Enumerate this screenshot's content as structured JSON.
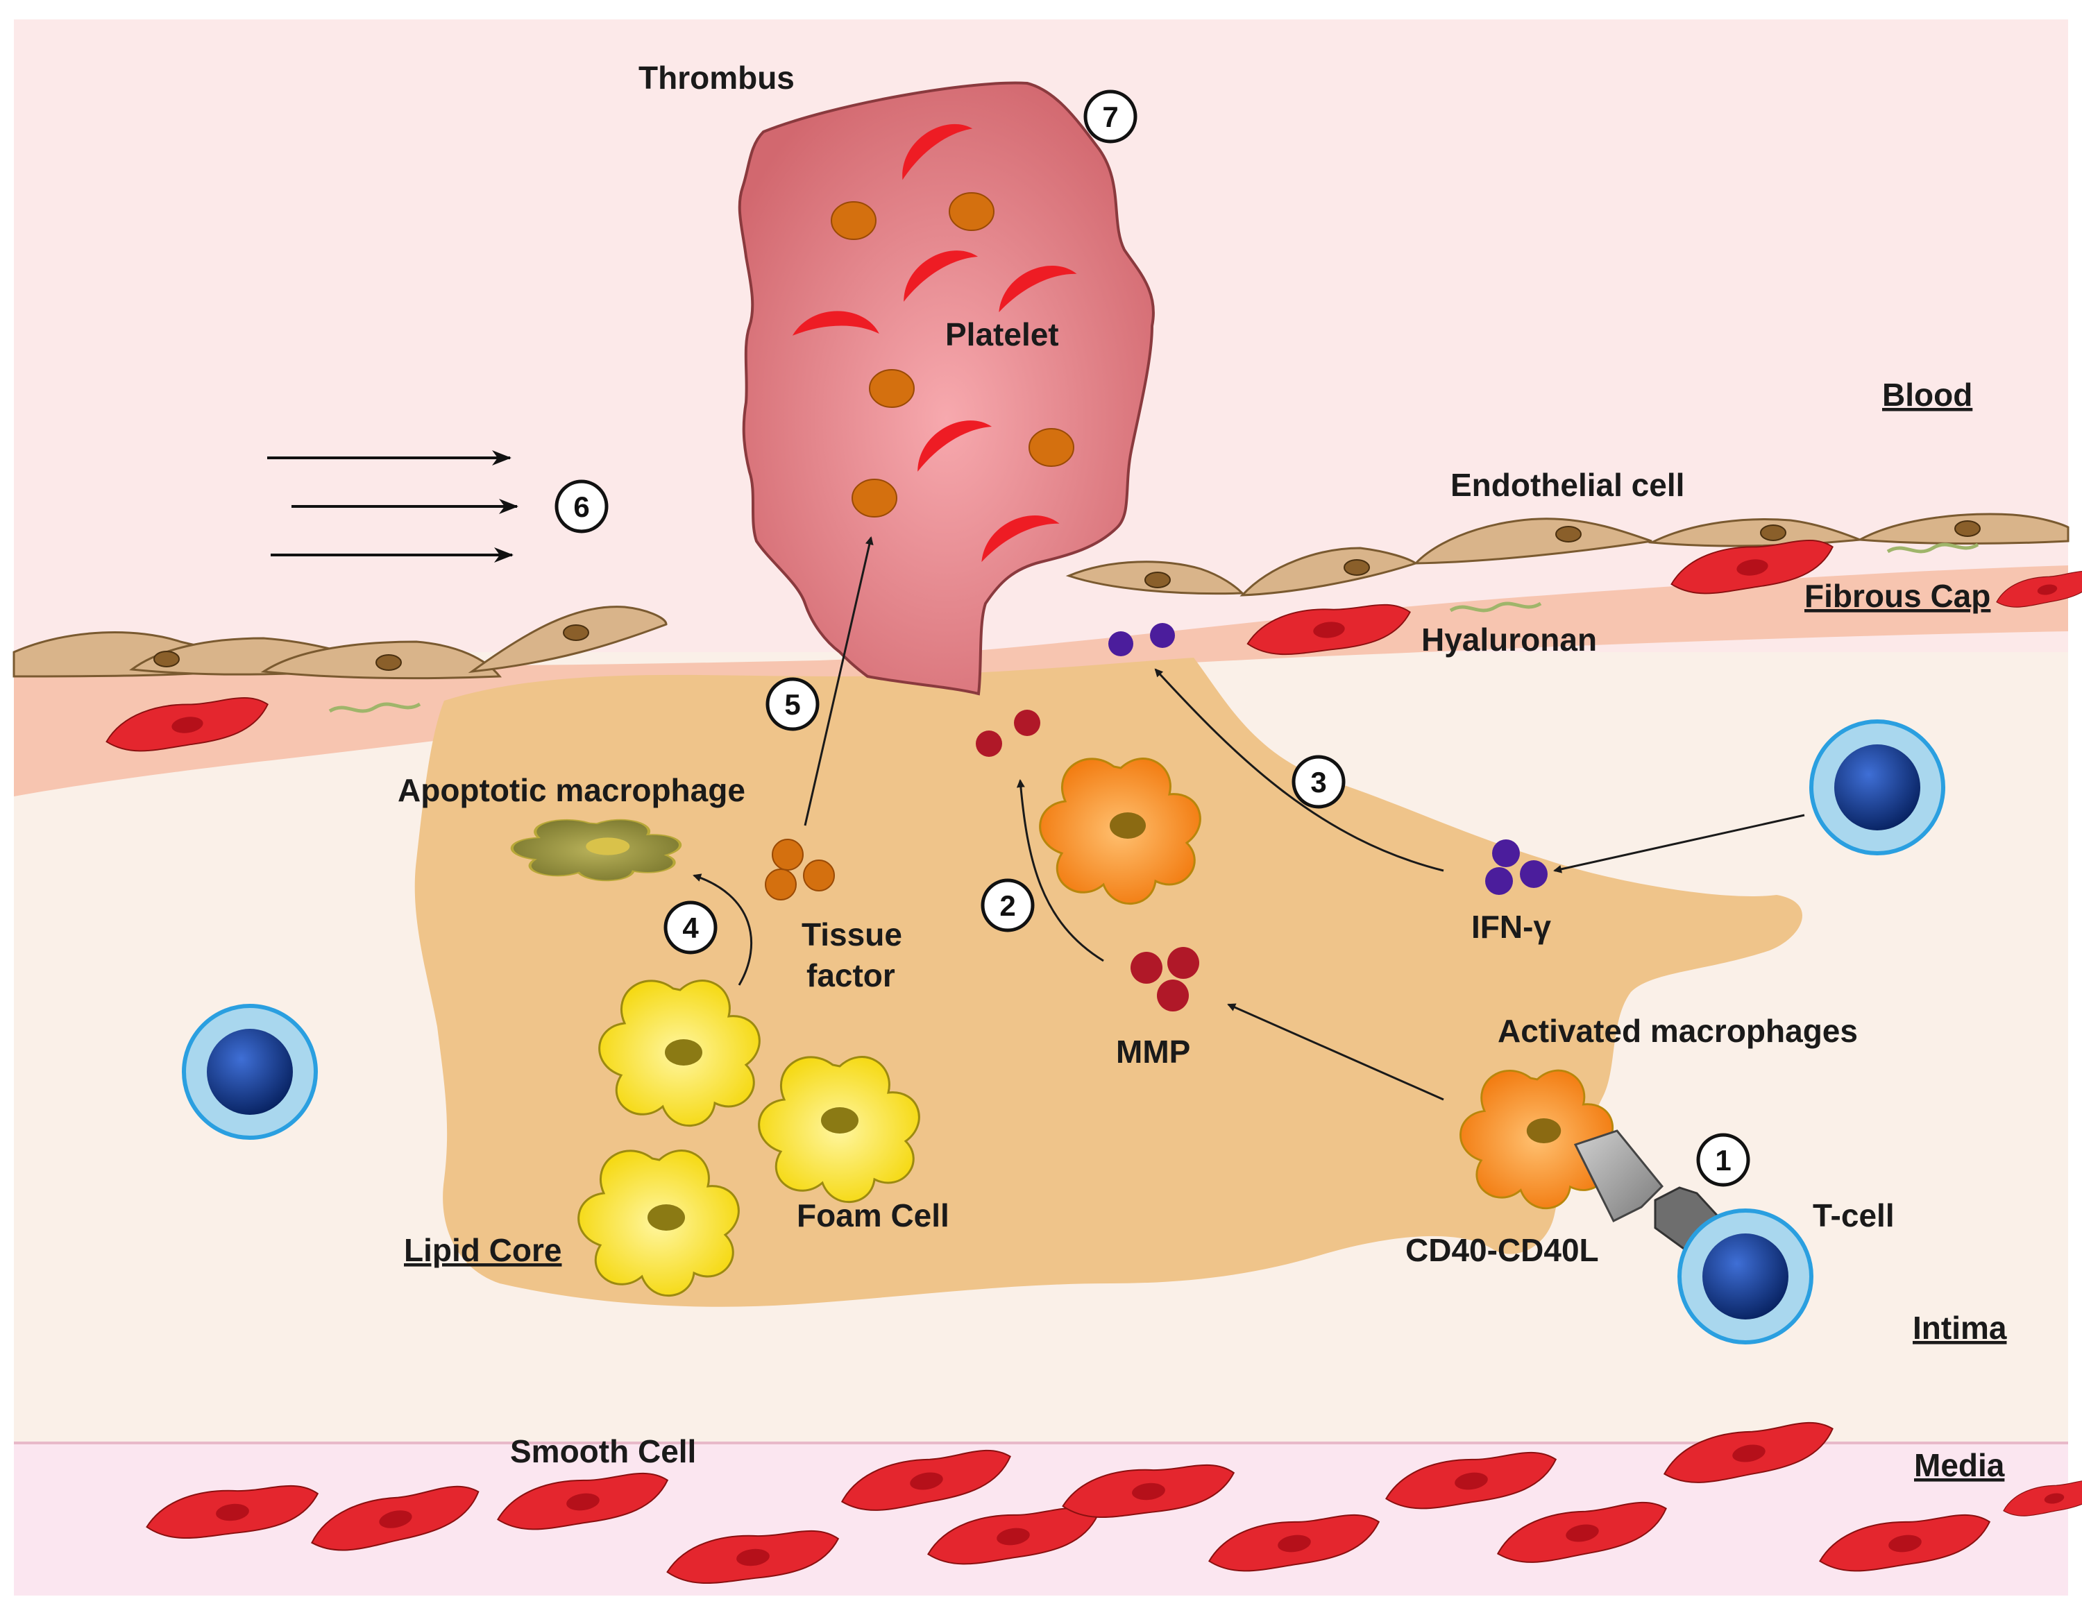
{
  "labels": {
    "thrombus": "Thrombus",
    "platelet": "Platelet",
    "blood": "Blood",
    "endothelial_cell": "Endothelial cell",
    "fibrous_cap": "Fibrous Cap",
    "hyaluronan": "Hyaluronan",
    "apoptotic_macrophage": "Apoptotic macrophage",
    "tissue_factor_line1": "Tissue",
    "tissue_factor_line2": "factor",
    "mmp": "MMP",
    "ifn_gamma": "IFN-γ",
    "activated_macrophages": "Activated macrophages",
    "foam_cell": "Foam Cell",
    "lipid_core": "Lipid Core",
    "cd40_cd40l": "CD40-CD40L",
    "t_cell": "T-cell",
    "intima": "Intima",
    "smooth_cell": "Smooth Cell",
    "media": "Media"
  },
  "steps": [
    "1",
    "2",
    "3",
    "4",
    "5",
    "6",
    "7"
  ],
  "colors": {
    "blood": "#fce9e9",
    "intima": "#faf0e8",
    "media": "#fbe6f0",
    "fibrous_cap": "#f7c5b0",
    "lipid_core": "#efc48a",
    "thrombus": "#d86f78",
    "platelet": "#ee1c24",
    "tissue_factor": "#d4700f",
    "mmp": "#b01828",
    "ifn_gamma": "#4b1d9c",
    "endothelial": "#d9b48a",
    "smooth_muscle": "#e4262e",
    "foam_cell": "#f5e21a",
    "activated_macrophage": "#f58a1a",
    "apoptotic_macrophage": "#8a8a3a",
    "t_cell_outer": "#a9d7ee",
    "t_cell_inner": "#0b2f80"
  }
}
